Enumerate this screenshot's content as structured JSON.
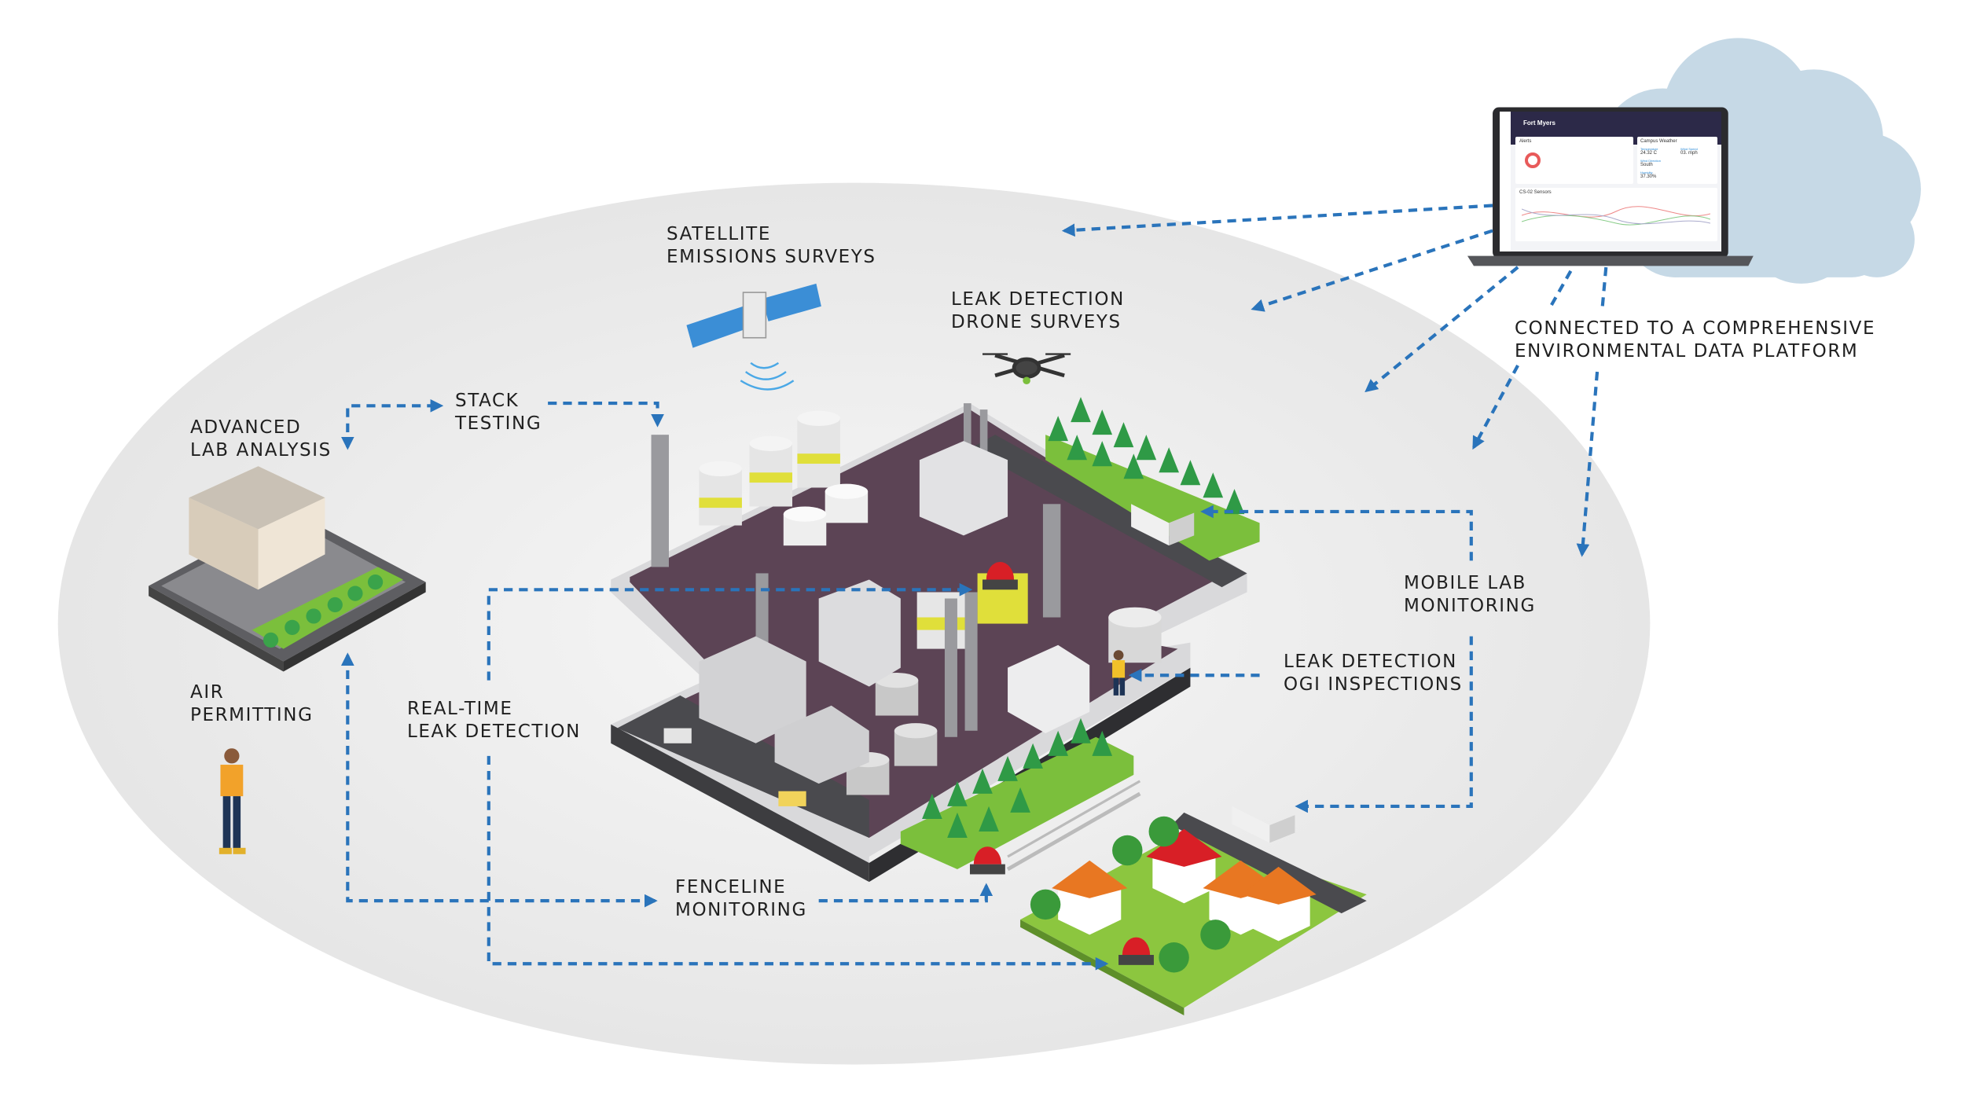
{
  "labels": {
    "satellite": [
      "SATELLITE",
      "EMISSIONS SURVEYS"
    ],
    "drone": [
      "LEAK DETECTION",
      "DRONE SURVEYS"
    ],
    "lab": [
      "ADVANCED",
      "LAB ANALYSIS"
    ],
    "stack": [
      "STACK",
      "TESTING"
    ],
    "platform": [
      "CONNECTED TO A COMPREHENSIVE",
      "ENVIRONMENTAL DATA PLATFORM"
    ],
    "mobile_lab": [
      "MOBILE LAB",
      "MONITORING"
    ],
    "ogi": [
      "LEAK DETECTION",
      "OGI INSPECTIONS"
    ],
    "air": [
      "AIR",
      "PERMITTING"
    ],
    "realtime": [
      "REAL-TIME",
      "LEAK DETECTION"
    ],
    "fenceline": [
      "FENCELINE",
      "MONITORING"
    ]
  },
  "laptop_screen": {
    "site": "Fort Myers",
    "alerts_title": "Alerts",
    "weather_title": "Campus Weather",
    "temperature_label": "Temperature",
    "temperature": "24.32 C",
    "wind_speed_label": "Wind Speed",
    "wind_speed": "03. mph",
    "wind_direction_label": "Wind Direction",
    "wind_direction": "South",
    "humidity_label": "Humidity",
    "humidity": "37.30%",
    "sensors_title": "CS-02 Sensors"
  },
  "colors": {
    "arrow": "#2a74bb",
    "ellipse": "#ececec",
    "cloud": "#c6d9e6",
    "platform_floor": "#5c4455",
    "grass": "#7bbf3c",
    "alarm": "#d81f26"
  }
}
